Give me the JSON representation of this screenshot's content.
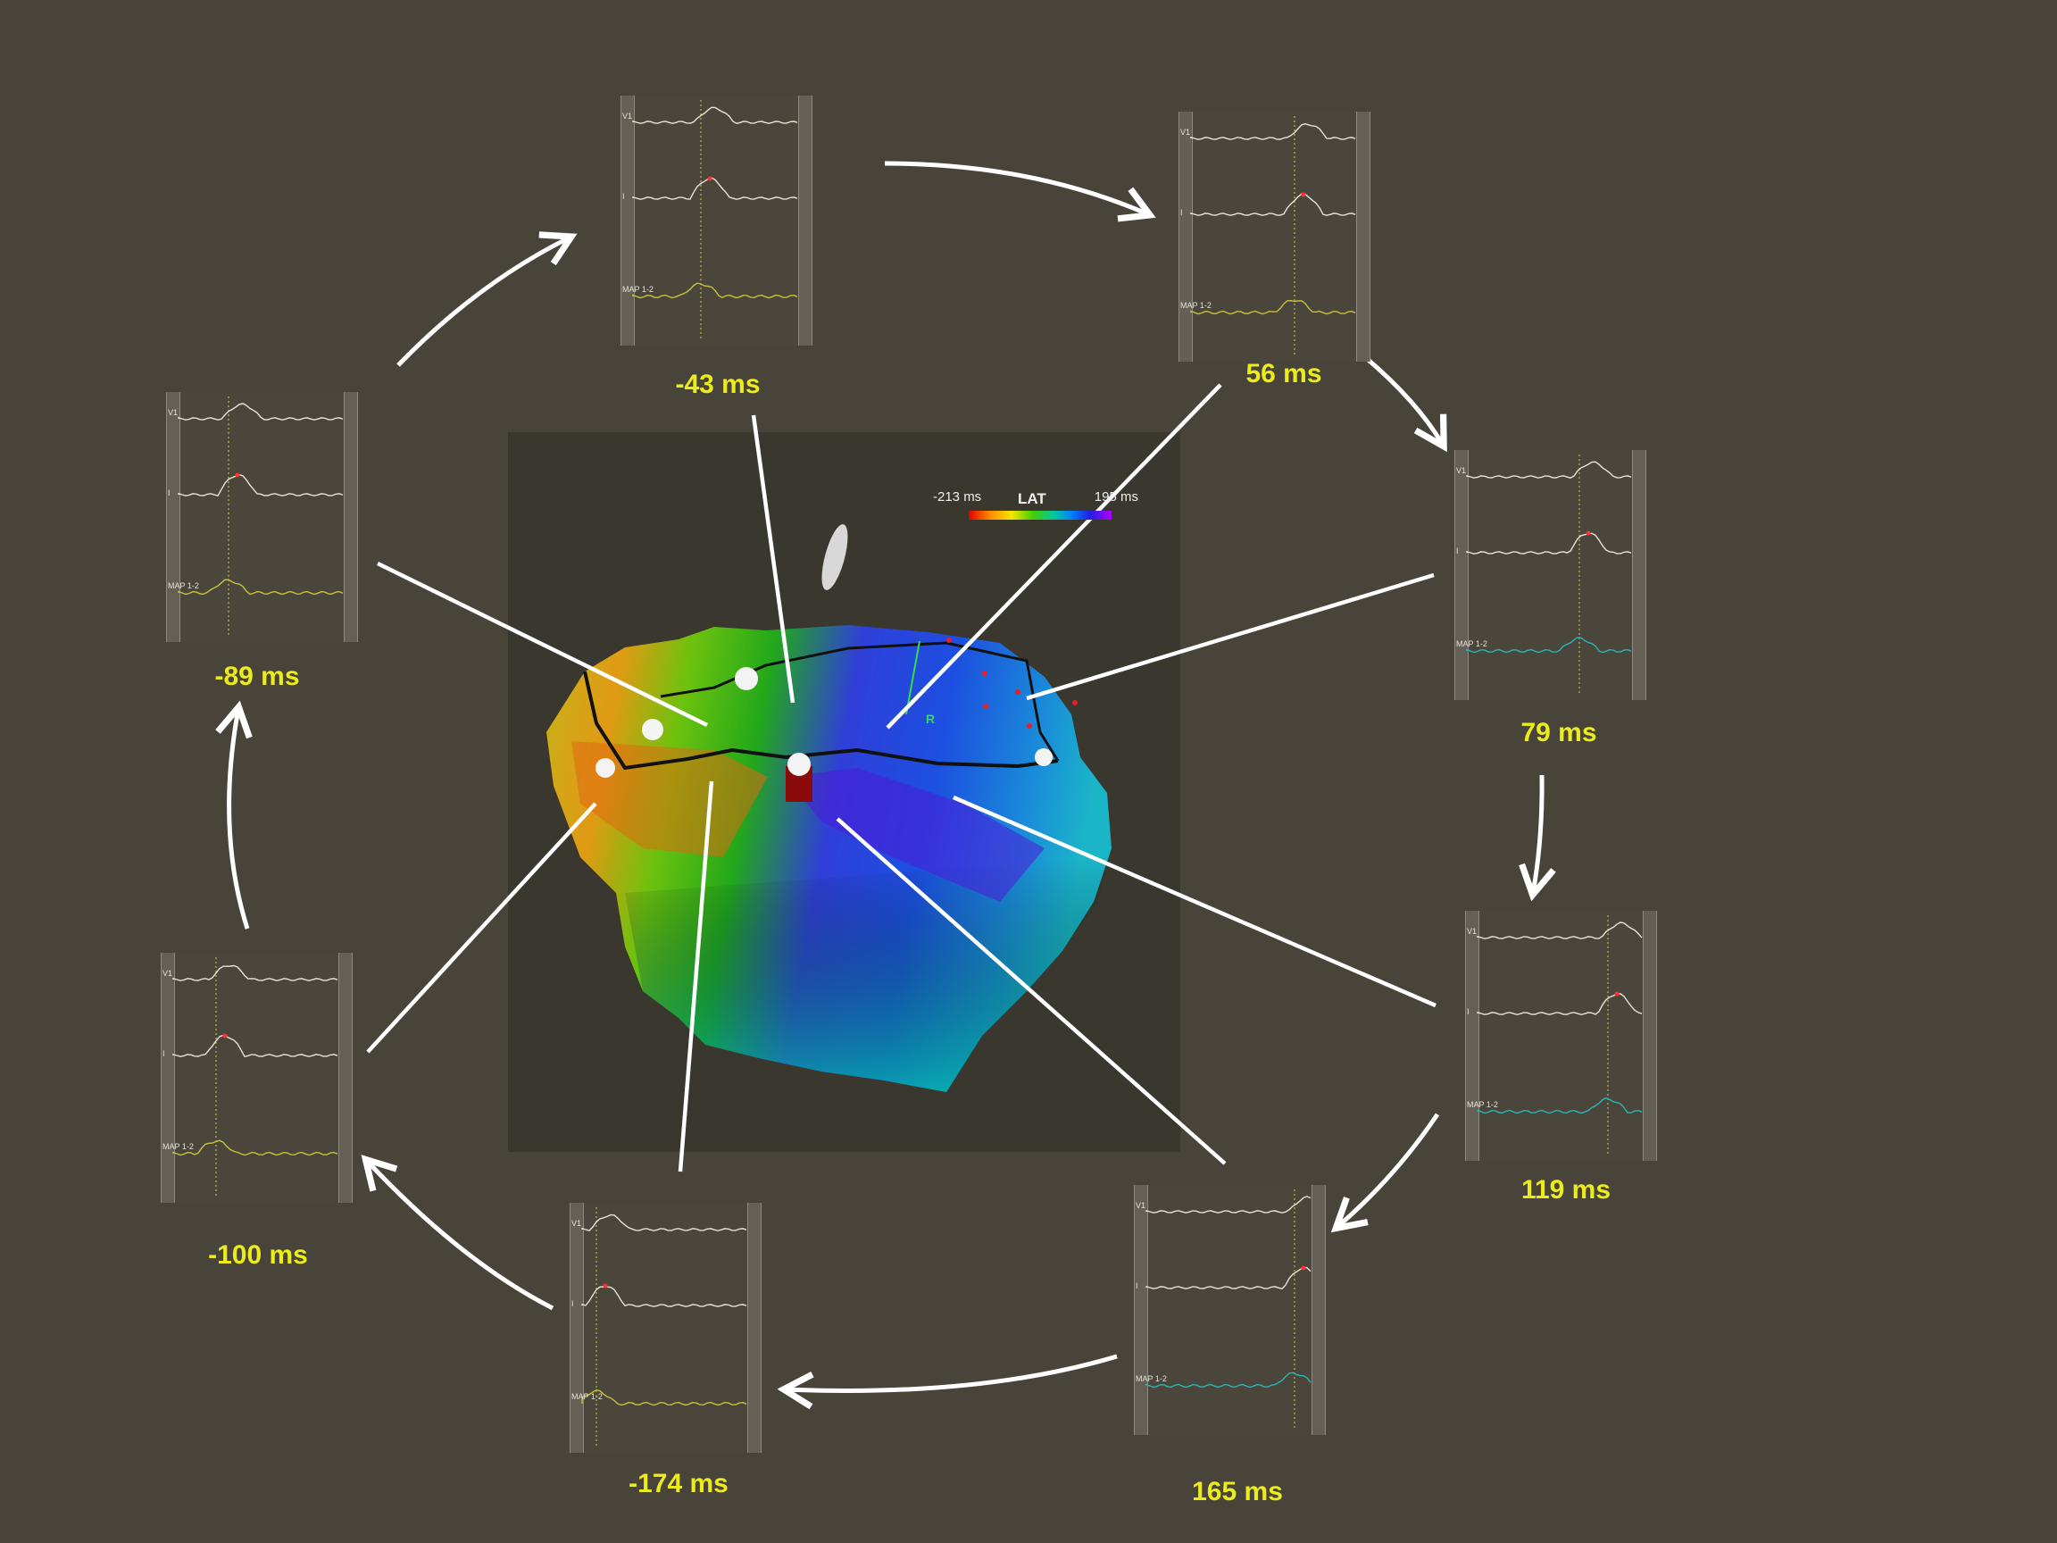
{
  "legend": {
    "title": "LAT",
    "min_label": "-213 ms",
    "max_label": "195 ms"
  },
  "map_marker": "R",
  "colors": {
    "background": "#48443a",
    "map_background": "#3a372f",
    "time_label": "#ecec1c",
    "arrow": "#ffffff",
    "trace_surface": "#e8e4d8",
    "trace_map_yellow": "#c9c23a",
    "trace_map_cyan": "#2ab6b6",
    "peak_marker": "#ff3030"
  },
  "lead_labels": {
    "v1": "V1",
    "lead_i": "I",
    "map": "MAP 1-2"
  },
  "panels": [
    {
      "id": "p-43",
      "time": "-43 ms"
    },
    {
      "id": "p56",
      "time": "56 ms"
    },
    {
      "id": "p79",
      "time": "79 ms"
    },
    {
      "id": "p119",
      "time": "119 ms"
    },
    {
      "id": "p165",
      "time": "165 ms"
    },
    {
      "id": "p-174",
      "time": "-174 ms"
    },
    {
      "id": "p-100",
      "time": "-100 ms"
    },
    {
      "id": "p-89",
      "time": "-89 ms"
    }
  ]
}
